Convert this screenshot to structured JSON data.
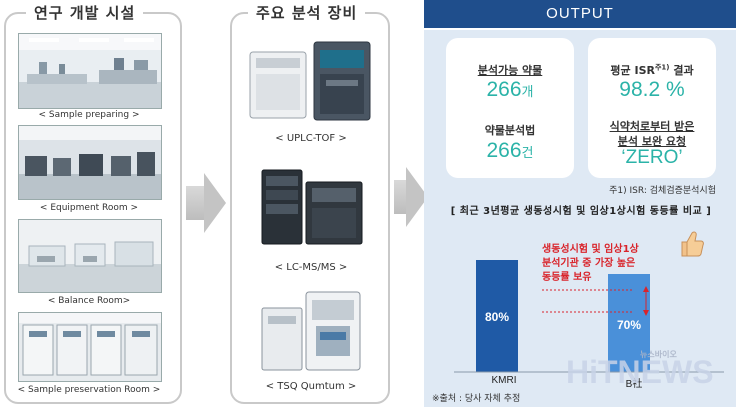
{
  "facilities": {
    "title": "연구 개발 시설",
    "items": [
      {
        "caption": "< Sample  preparing  >"
      },
      {
        "caption": "< Equipment Room >"
      },
      {
        "caption": "< Balance Room>"
      },
      {
        "caption": "< Sample  preservation  Room >"
      }
    ]
  },
  "equipment": {
    "title": "주요 분석 장비",
    "items": [
      {
        "caption": "< UPLC-TOF >"
      },
      {
        "caption": "< LC-MS/MS >"
      },
      {
        "caption": "< TSQ Qumtum >"
      }
    ]
  },
  "output": {
    "title": "OUTPUT",
    "drugs_label": "분석가능 약물",
    "drugs_value": "266",
    "drugs_unit": "개",
    "methods_label": "약물분석법",
    "methods_value": "266",
    "methods_unit": "건",
    "isr_label_pre": "평균 ISR",
    "isr_sup": "주1)",
    "isr_label_post": " 결과",
    "isr_value": "98.2 %",
    "mfds_label_1": "식약처로부터 받은",
    "mfds_label_2": "분석 보완 요청",
    "mfds_value": "‘ZERO’",
    "footnote": "주1) ISR: 검체검증분석시험",
    "compare_title": "[ 최근 3년평균 생동성시험 및 임상1상시험 동등률 비교 ]",
    "annotation_1": "생동성시험 및 임상1상",
    "annotation_2": "분석기관 중  가장 높은",
    "annotation_3": "동등률 보유",
    "source": "※출처 : 당사 자체 추정",
    "watermark_big": "HiTNEWS",
    "watermark_small": "뉴스바이오"
  },
  "colors": {
    "header": "#1f4e8c",
    "output_bg": "#dfe9f4",
    "value_teal": "#2bb3a8",
    "bar_kmri": "#1f5aa6",
    "bar_b": "#4a90d9",
    "annotation_red": "#d9242b"
  },
  "chart_data": {
    "type": "bar",
    "categories": [
      "KMRI",
      "B社"
    ],
    "values": [
      80,
      70
    ],
    "labels": [
      "80%",
      "70%"
    ],
    "ylim": [
      0,
      100
    ],
    "colors": [
      "#1f5aa6",
      "#4a90d9"
    ]
  }
}
